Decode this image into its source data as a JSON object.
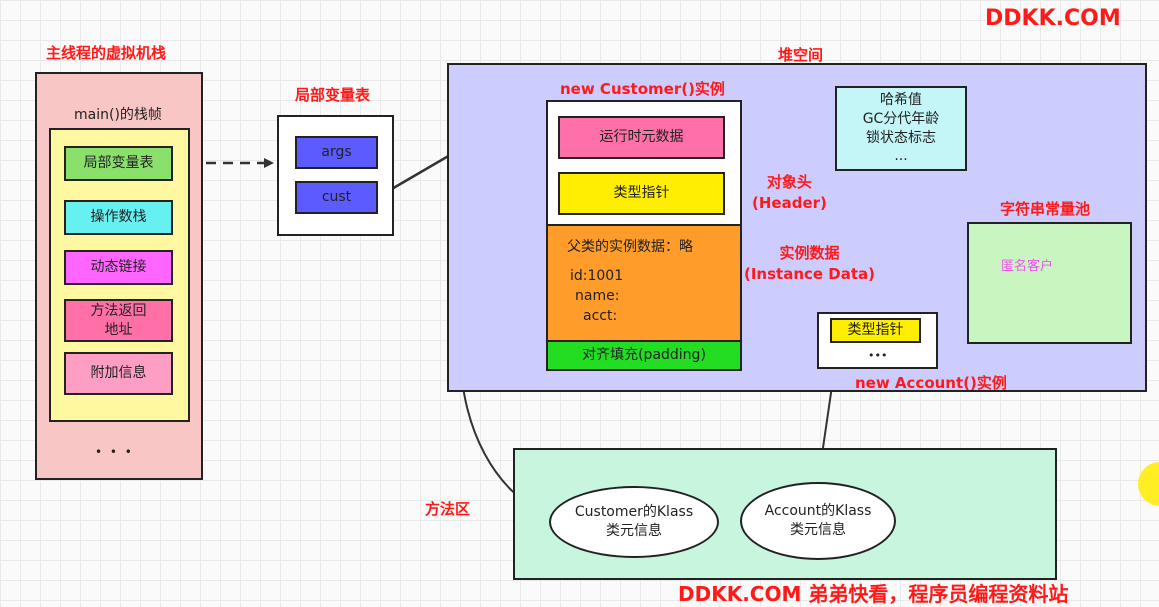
{
  "watermark_top": "DDKK.COM",
  "watermark_bottom": "DDKK.COM 弟弟快看，程序员编程资料站",
  "stack": {
    "title": "主线程的虚拟机栈",
    "frame_label": "main()的栈帧",
    "items": [
      "局部变量表",
      "操作数栈",
      "动态链接",
      "方法返回\n地址",
      "附加信息"
    ],
    "ellipsis": "• • •"
  },
  "lvt": {
    "title": "局部变量表",
    "items": [
      "args",
      "cust"
    ]
  },
  "heap": {
    "title": "堆空间",
    "customer_title": "new Customer()实例",
    "runtime_meta": "运行时元数据",
    "type_pointer": "类型指针",
    "header_label": "对象头\n(Header)",
    "parent_data": "父类的实例数据：略",
    "field_id": "id:1001",
    "field_name": "name:",
    "field_acct": "acct:",
    "instance_label": "实例数据\n(Instance Data)",
    "padding": "对齐填充(padding)",
    "mark_word": "哈希值\nGC分代年龄\n锁状态标志\n...",
    "string_pool_title": "字符串常量池",
    "string_value": "匿名客户",
    "account_type_pointer": "类型指针",
    "account_ellipsis": "•••",
    "account_title": "new Account()实例"
  },
  "method_area": {
    "title": "方法区",
    "customer_klass": "Customer的Klass\n类元信息",
    "account_klass": "Account的Klass\n类元信息"
  },
  "colors": {
    "stack_bg": "#f8c6c4",
    "frame_bg": "#fff8a0",
    "heap_bg": "#ccccff",
    "method_bg": "#c8f5dd",
    "green": "#8be06b",
    "cyan": "#66f0f0",
    "magenta": "#ff66ff",
    "pink": "#ff6fa8",
    "light_pink": "#ff9ec4",
    "blue": "#5b5bff",
    "yellow": "#ffee00",
    "orange": "#ff9c2a",
    "bright_green": "#22dd22",
    "light_cyan": "#c4f6f8",
    "light_green": "#c8f5c0",
    "red_text": "#ff1a1a"
  }
}
